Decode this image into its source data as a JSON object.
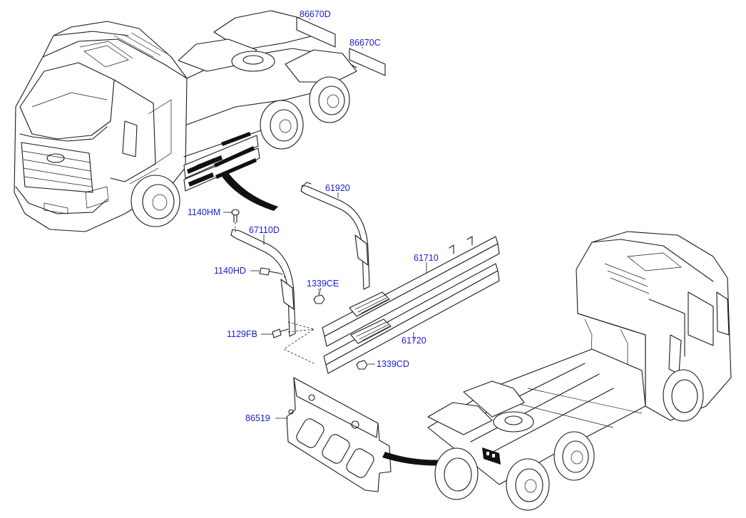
{
  "colors": {
    "label": "#1b1bd6",
    "line": "#1a1a1a",
    "fill": "#111111"
  },
  "labels": {
    "p86670D": "86670D",
    "p86670C": "86670C",
    "p61920": "61920",
    "p1140HM": "1140HM",
    "p67110D": "67110D",
    "p61710": "61710",
    "p1140HD": "1140HD",
    "p1339CE": "1339CE",
    "p1129FB": "1129FB",
    "p61720": "61720",
    "p1339CD": "1339CD",
    "p86519": "86519"
  },
  "icons": [
    "truck-front-view-illustration",
    "truck-rear-view-illustration"
  ]
}
